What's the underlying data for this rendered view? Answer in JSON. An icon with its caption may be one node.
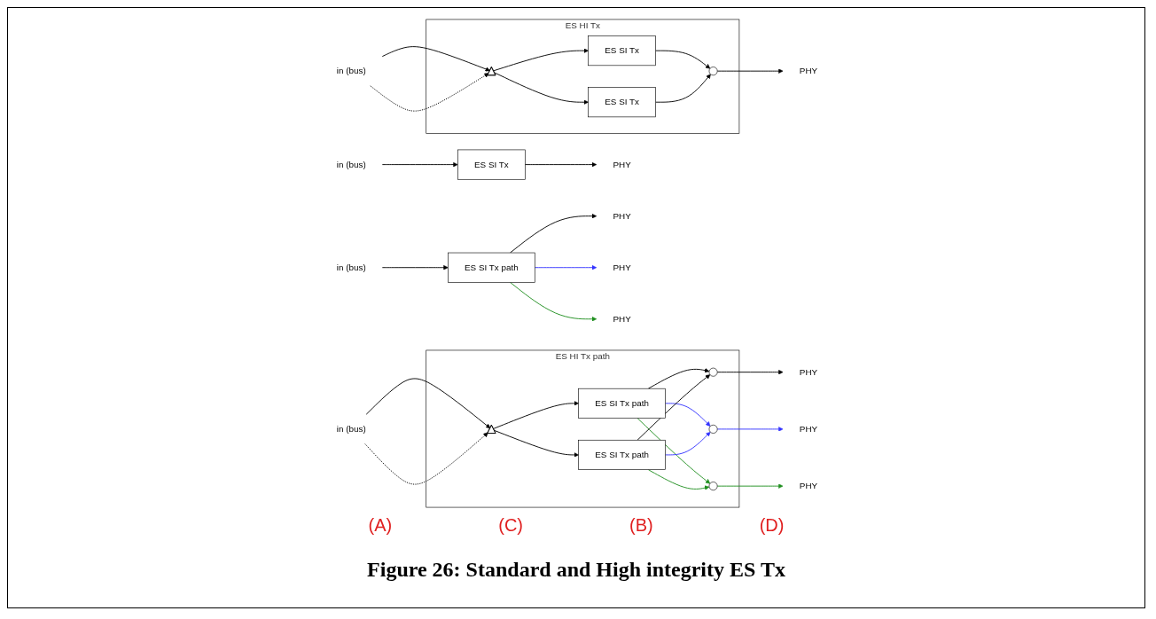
{
  "diagram": {
    "caption": "Figure 26: Standard and High integrity ES Tx",
    "nodes": [
      {
        "text": [
          "in (bus)"
        ]
      },
      {
        "text": [
          "ES SI Tx"
        ]
      },
      {
        "text": [
          "PHY"
        ]
      },
      {
        "text": [
          "in (bus)"
        ]
      },
      {
        "text": [
          "ES SI Tx path"
        ]
      },
      {
        "text": [
          "PHY"
        ]
      },
      {
        "text": [
          "PHY"
        ]
      },
      {
        "text": [
          "PHY"
        ]
      },
      {
        "text": [
          "in (bus)"
        ]
      },
      {
        "text": [
          "ES HI Tx"
        ]
      },
      {
        "text": [],
        "shape": "triangle",
        "in": 9
      },
      {
        "text": [
          "ES SI Tx"
        ],
        "in": 9
      },
      {
        "text": [
          "ES SI Tx"
        ],
        "in": 9
      },
      {
        "text": [],
        "shape": "circle",
        "in": 9
      },
      {
        "text": [
          "PHY"
        ]
      },
      {
        "text": [
          "in (bus)"
        ]
      },
      {
        "text": [
          "ES HI Tx path"
        ]
      },
      {
        "text": [],
        "shape": "triangle",
        "in": 16
      },
      {
        "text": [
          "ES SI Tx path"
        ],
        "in": 16
      },
      {
        "text": [
          "ES SI Tx path"
        ],
        "in": 16
      },
      {
        "text": [],
        "shape": "circle",
        "in": 16
      },
      {
        "text": [],
        "shape": "circle",
        "in": 16
      },
      {
        "text": [],
        "shape": "circle",
        "in": 16
      },
      {
        "text": [
          "PHY"
        ]
      },
      {
        "text": [
          "PHY"
        ]
      },
      {
        "text": [
          "PHY"
        ]
      }
    ],
    "edges": [
      {
        "from": 0,
        "to": 1,
        "arrow": "to"
      },
      {
        "from": 1,
        "to": 2,
        "arrow": "to"
      },
      {
        "from": 3,
        "to": 4,
        "arrow": "to"
      },
      {
        "from": 4,
        "to": 5,
        "arrow": "to"
      },
      {
        "from": 4,
        "to": 6,
        "arrow": "to",
        "color": "#3333ff"
      },
      {
        "from": 4,
        "to": 7,
        "arrow": "to",
        "color": "#1f8f1f"
      },
      {
        "from": 8,
        "to": 10,
        "arrow": "to"
      },
      {
        "from": 8,
        "to": 10,
        "arrow": "to",
        "style": "dashed"
      },
      {
        "from": 10,
        "to": 11,
        "arrow": "to"
      },
      {
        "from": 10,
        "to": 12,
        "arrow": "to"
      },
      {
        "from": 11,
        "to": 13,
        "arrow": "to"
      },
      {
        "from": 12,
        "to": 13,
        "arrow": "to"
      },
      {
        "from": 13,
        "to": 14,
        "arrow": "to"
      },
      {
        "from": 15,
        "to": 17,
        "arrow": "to"
      },
      {
        "from": 15,
        "to": 17,
        "arrow": "to",
        "style": "dashed"
      },
      {
        "from": 17,
        "to": 18,
        "arrow": "to"
      },
      {
        "from": 17,
        "to": 19,
        "arrow": "to"
      },
      {
        "from": 18,
        "to": 20,
        "arrow": "to"
      },
      {
        "from": 18,
        "to": 21,
        "arrow": "to",
        "color": "#3333ff"
      },
      {
        "from": 18,
        "to": 22,
        "arrow": "to",
        "color": "#1f8f1f"
      },
      {
        "from": 19,
        "to": 20,
        "arrow": "to"
      },
      {
        "from": 19,
        "to": 21,
        "arrow": "to",
        "color": "#3333ff"
      },
      {
        "from": 19,
        "to": 22,
        "arrow": "to",
        "color": "#1f8f1f"
      },
      {
        "from": 20,
        "to": 23,
        "arrow": "to"
      },
      {
        "from": 21,
        "to": 24,
        "arrow": "to",
        "color": "#3333ff"
      },
      {
        "from": 22,
        "to": 25,
        "arrow": "to",
        "color": "#1f8f1f"
      }
    ],
    "labels": [
      "(A)",
      "(C)",
      "(B)",
      "(D)"
    ]
  }
}
